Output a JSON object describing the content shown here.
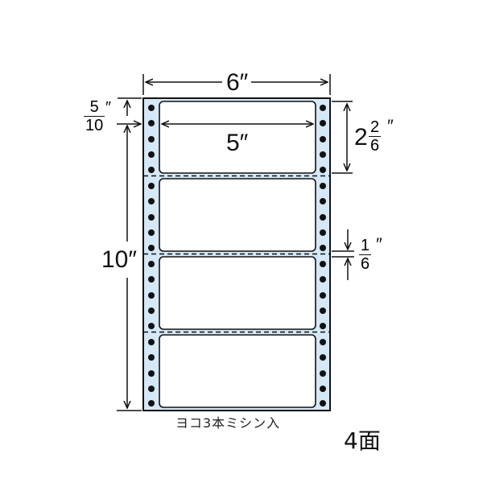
{
  "diagram": {
    "title_count": "4面",
    "caption": "ヨコ3本ミシン入",
    "sheet": {
      "width_label": "6″",
      "height_label": "10″",
      "strip_color": "#d4e8f7",
      "labels_across": 1,
      "labels_down": 4
    },
    "label": {
      "width_label": "5″",
      "height_whole": "2",
      "height_frac_num": "2",
      "height_frac_den": "6",
      "inch_mark": "″"
    },
    "top_margin": {
      "num": "5",
      "den": "10",
      "inch_mark": "″"
    },
    "gap": {
      "num": "1",
      "den": "6",
      "inch_mark": "″"
    }
  }
}
